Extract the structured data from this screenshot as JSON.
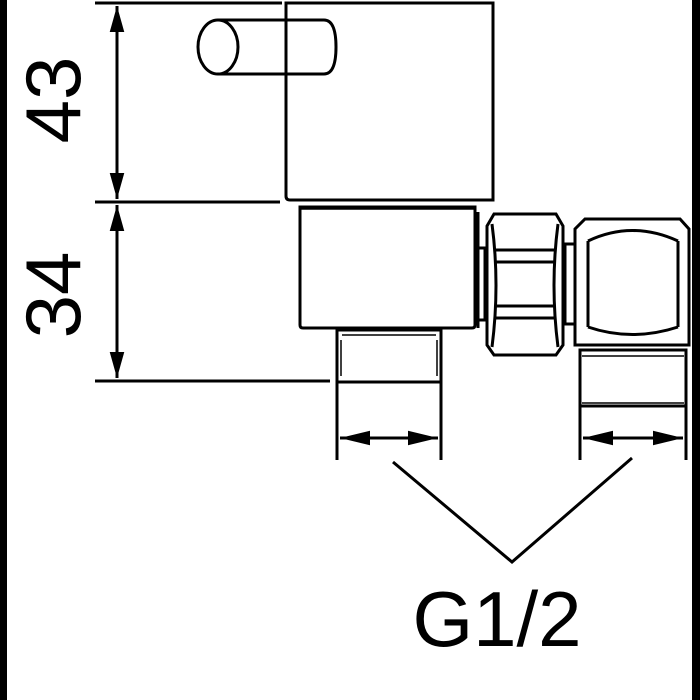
{
  "drawing": {
    "dimension_upper": "43",
    "dimension_lower": "34",
    "thread_label": "G1/2"
  }
}
